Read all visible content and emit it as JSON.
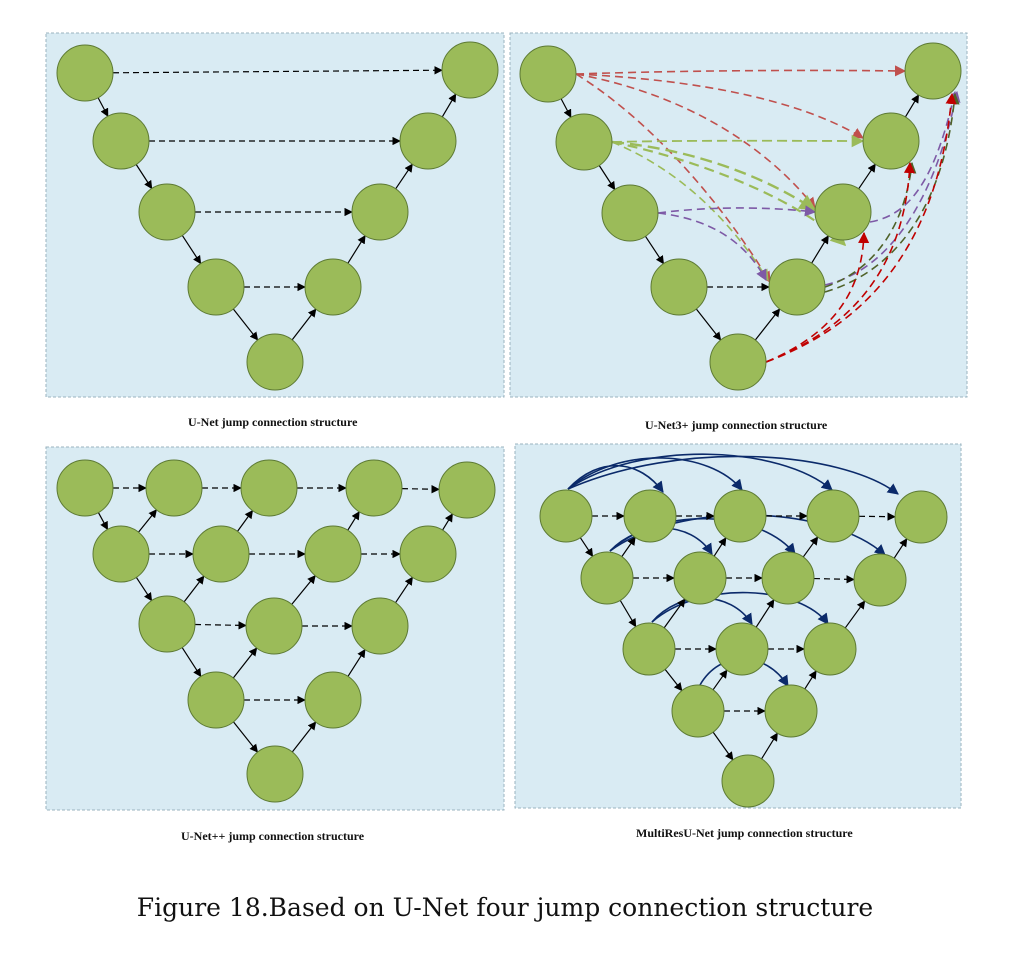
{
  "colors": {
    "panel_fill": "#d9ebf3",
    "panel_border": "#9ab3bf",
    "node_fill": "#9bbb59",
    "node_stroke": "#5d7a34",
    "arrow": "#000000",
    "red": "#c0504d",
    "green": "#9bbb59",
    "purple": "#7e5aa6",
    "darkred": "#c00000",
    "darkgreen": "#4f6228",
    "navy": "#0b2a6a"
  },
  "panels": [
    {
      "id": "unet",
      "caption": "U-Net jump connection structure"
    },
    {
      "id": "unet3plus",
      "caption": "U-Net3+ jump connection structure"
    },
    {
      "id": "unetpp",
      "caption": "U-Net++ jump connection structure"
    },
    {
      "id": "multiresunet",
      "caption": "MultiResU-Net jump connection structure"
    }
  ],
  "figure_caption": "Figure 18.Based on U-Net four jump connection structure"
}
